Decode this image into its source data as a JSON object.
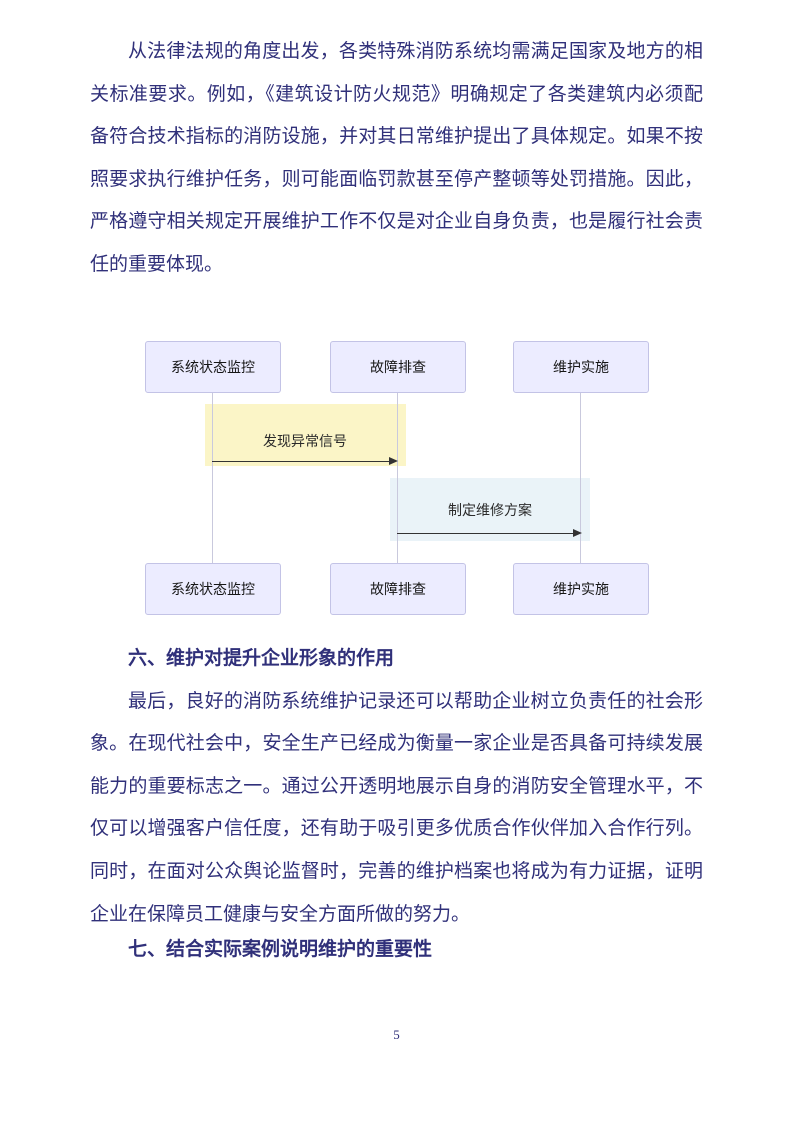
{
  "document": {
    "paragraph_regulations": "从法律法规的角度出发，各类特殊消防系统均需满足国家及地方的相关标准要求。例如，《建筑设计防火规范》明确规定了各类建筑内必须配备符合技术指标的消防设施，并对其日常维护提出了具体规定。如果不按照要求执行维护任务，则可能面临罚款甚至停产整顿等处罚措施。因此，严格遵守相关规定开展维护工作不仅是对企业自身负责，也是履行社会责任的重要体现。",
    "section_six_heading": "六、维护对提升企业形象的作用",
    "paragraph_company_image": "最后，良好的消防系统维护记录还可以帮助企业树立负责任的社会形象。在现代社会中，安全生产已经成为衡量一家企业是否具备可持续发展能力的重要标志之一。通过公开透明地展示自身的消防安全管理水平，不仅可以增强客户信任度，还有助于吸引更多优质合作伙伴加入合作行列。同时，在面对公众舆论监督时，完善的维护档案也将成为有力证据，证明企业在保障员工健康与安全方面所做的努力。",
    "section_seven_heading": "七、结合实际案例说明维护的重要性",
    "page_number": "5"
  },
  "diagram": {
    "type": "sequence",
    "actors": [
      "系统状态监控",
      "故障排查",
      "维护实施"
    ],
    "messages": [
      {
        "from": "系统状态监控",
        "to": "故障排查",
        "label": "发现异常信号",
        "highlight": "#FBF5C7"
      },
      {
        "from": "故障排查",
        "to": "维护实施",
        "label": "制定维修方案",
        "highlight": "#EAF3F8"
      }
    ],
    "colors": {
      "actor_fill": "#ECECFF",
      "actor_border": "#C3C3E6",
      "lifeline": "#C9C9DD",
      "arrow": "#333333",
      "body_text": "#30307A"
    }
  }
}
